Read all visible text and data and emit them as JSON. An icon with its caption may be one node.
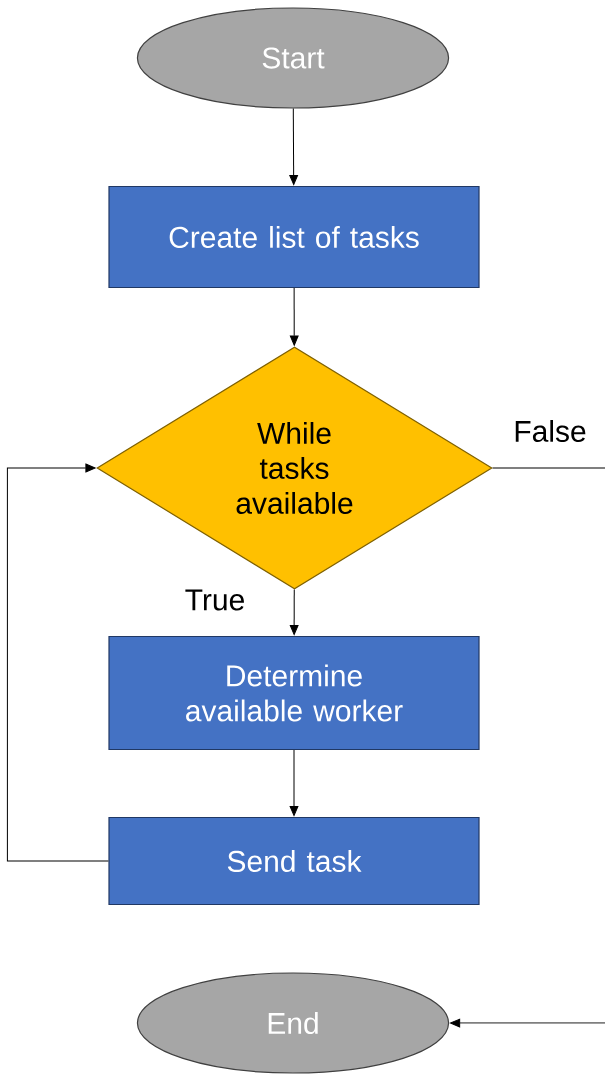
{
  "diagram": {
    "nodes": [
      {
        "text": [
          "Start"
        ]
      },
      {
        "text": [
          "Create list of tasks"
        ]
      },
      {
        "text": [
          "While tasks available"
        ]
      },
      {
        "text": [
          "Determine available worker"
        ]
      },
      {
        "text": [
          "Send task"
        ]
      },
      {
        "text": [
          "End"
        ]
      }
    ],
    "edges": [
      {
        "from": 0,
        "to": 1,
        "arrow": "to"
      },
      {
        "from": 1,
        "to": 2,
        "arrow": "to"
      },
      {
        "from": 2,
        "to": 3,
        "arrow": "to",
        "label": "True"
      },
      {
        "from": 3,
        "to": 4,
        "arrow": "to"
      },
      {
        "from": 4,
        "to": 2,
        "arrow": "to"
      },
      {
        "from": 2,
        "to": 5,
        "arrow": "to",
        "label": "False"
      }
    ]
  }
}
